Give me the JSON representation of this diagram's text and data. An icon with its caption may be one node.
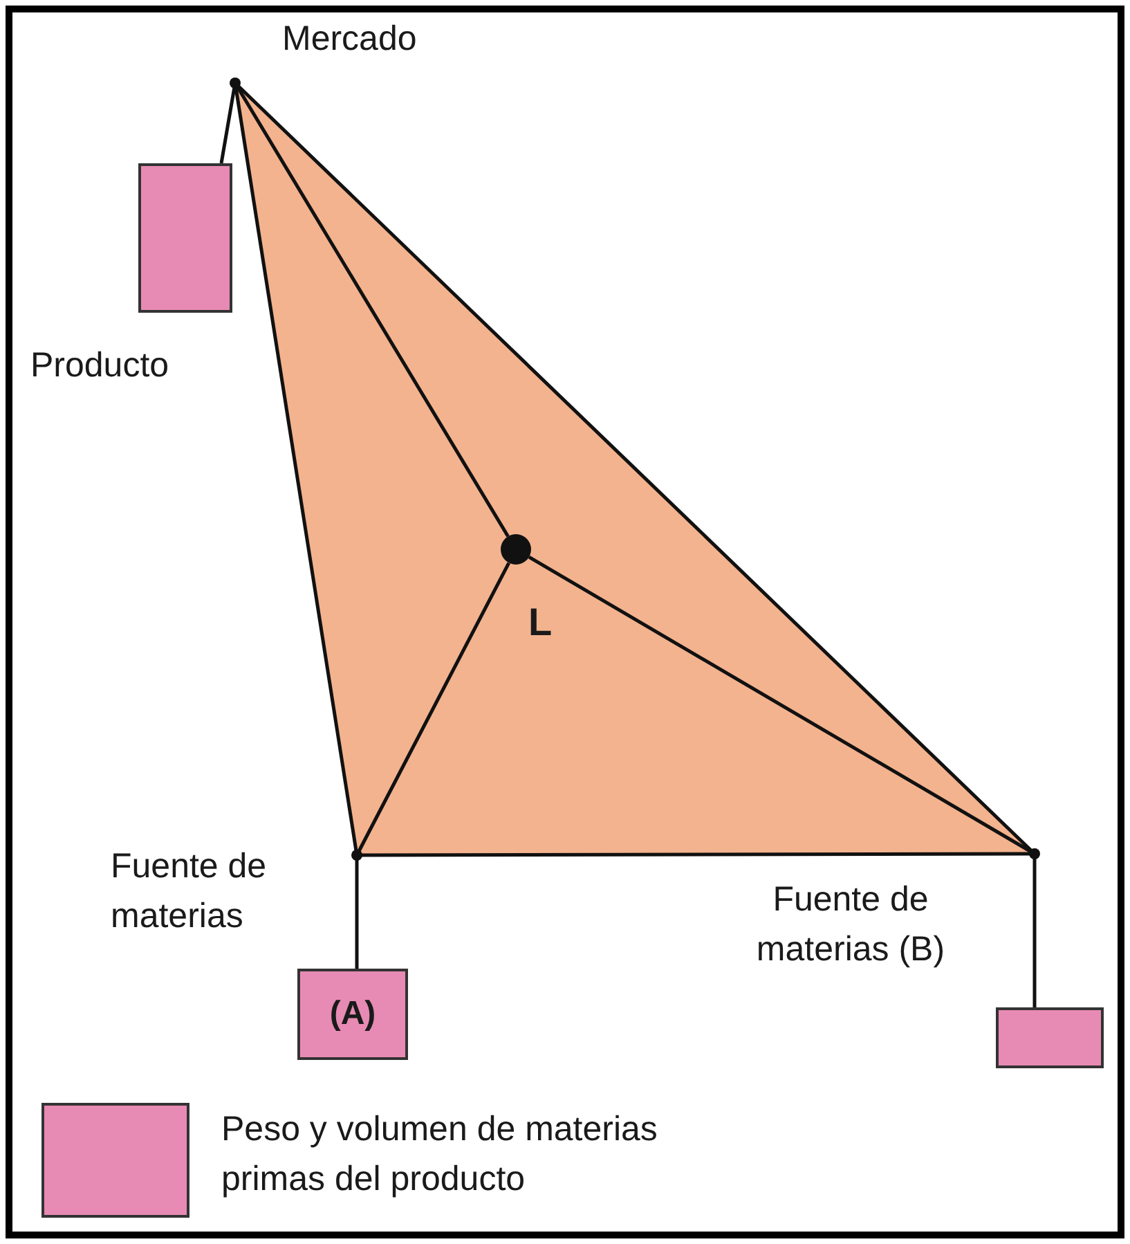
{
  "diagram": {
    "nodes": [
      {
        "text": [
          "Mercado"
        ]
      },
      {
        "text": [],
        "shape": "box",
        "beside": [
          "Producto"
        ]
      },
      {
        "text": [
          "L"
        ]
      },
      {
        "text": [
          "Fuente de materias"
        ]
      },
      {
        "text": [
          "(A)"
        ]
      },
      {
        "text": [
          "Fuente de materias (B)"
        ]
      },
      {
        "text": [],
        "shape": "box"
      }
    ],
    "edges": [
      {
        "from": 0,
        "to": 1,
        "arrow": "none"
      },
      {
        "from": 0,
        "to": 3,
        "arrow": "none"
      },
      {
        "from": 0,
        "to": 5,
        "arrow": "none"
      },
      {
        "from": 3,
        "to": 5,
        "arrow": "none"
      },
      {
        "from": 0,
        "to": 2,
        "arrow": "none"
      },
      {
        "from": 2,
        "to": 3,
        "arrow": "none"
      },
      {
        "from": 2,
        "to": 5,
        "arrow": "none"
      },
      {
        "from": 3,
        "to": 4,
        "arrow": "none"
      },
      {
        "from": 5,
        "to": 6,
        "arrow": "none"
      }
    ],
    "legend": [
      {
        "text": "Peso y volumen de materias primas del producto",
        "color": "#e78bb4"
      }
    ]
  }
}
